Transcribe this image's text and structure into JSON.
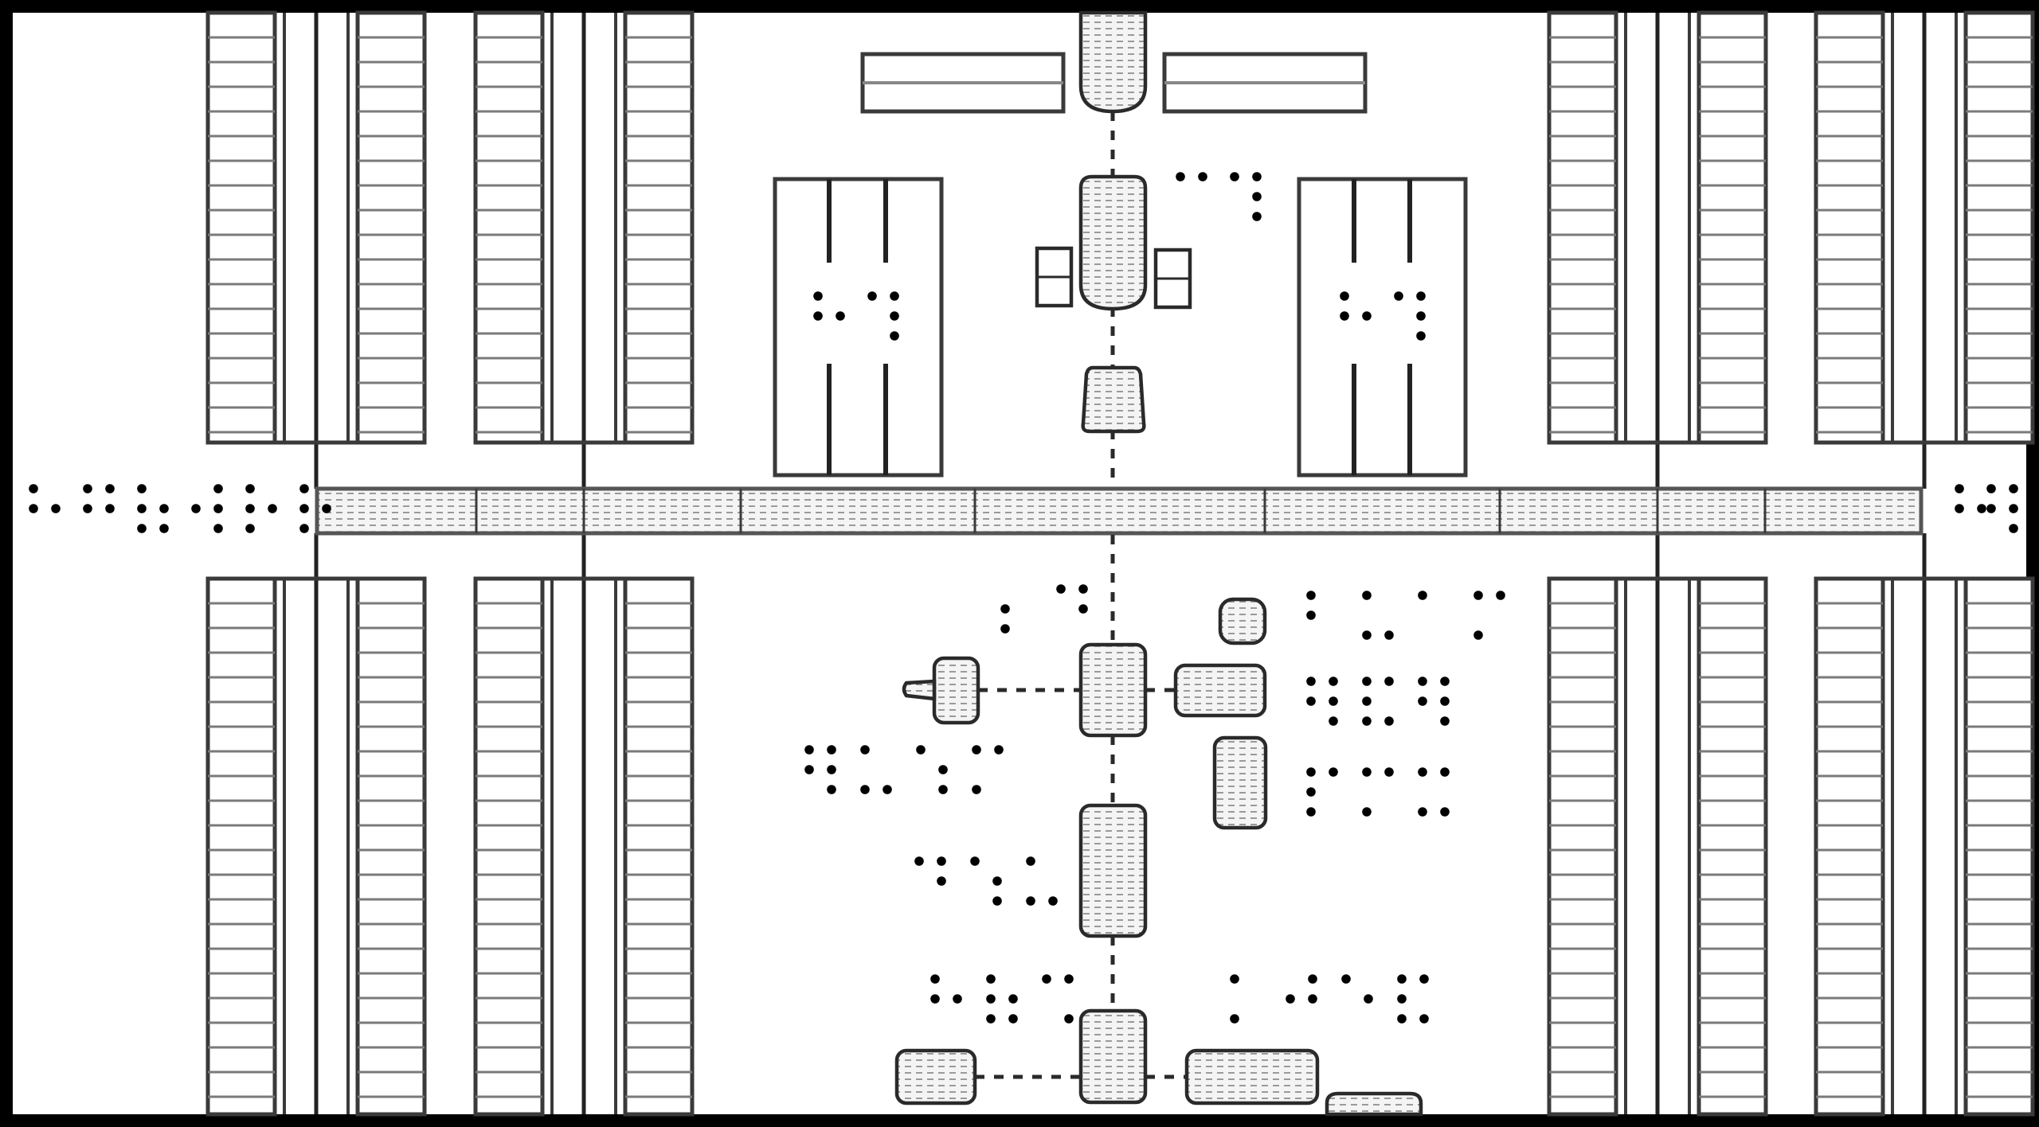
{
  "diagram": {
    "kind": "tactile braille schematic of a space station layout",
    "colors": {
      "frame": "#000000",
      "background": "#ffffff",
      "stroke": "#3a3a3a",
      "panel_rung": "#7a7a7a",
      "dot": "#000000",
      "module_fill": "#f2f2f2",
      "module_hatch": "#6a6a6a"
    }
  },
  "braille_labels": [
    {
      "id": "label-left-truss",
      "cells": [
        [
          1,
          2,
          5
        ],
        [
          1,
          2,
          4,
          5
        ],
        [
          1,
          2,
          3,
          5,
          6
        ],
        [
          2,
          4,
          5,
          6
        ],
        [
          1,
          2,
          3,
          5
        ],
        [
          1,
          2,
          3,
          5
        ]
      ]
    },
    {
      "id": "label-right-truss",
      "cells": [
        [
          1,
          2,
          5
        ],
        [
          1,
          2,
          4,
          5,
          6
        ]
      ]
    },
    {
      "id": "label-top-right",
      "cells": [
        [
          1,
          4
        ],
        [
          1,
          4,
          5,
          6
        ]
      ]
    },
    {
      "id": "label-left-array",
      "cells": [
        [
          1,
          2,
          5
        ],
        [
          1,
          4,
          5,
          6
        ]
      ]
    },
    {
      "id": "label-right-array",
      "cells": [
        [
          1,
          2,
          5
        ],
        [
          1,
          4,
          5,
          6
        ]
      ]
    },
    {
      "id": "label-node-left",
      "cells": [
        [
          2,
          3
        ],
        [
          1,
          4,
          5
        ]
      ]
    },
    {
      "id": "label-right-top",
      "cells": [
        [
          1,
          2
        ],
        [
          1,
          3,
          6
        ],
        [
          1
        ],
        [
          1,
          4,
          3
        ]
      ]
    },
    {
      "id": "label-right-mid",
      "cells": [
        [
          1,
          2,
          4,
          5,
          6
        ],
        [
          1,
          2,
          3,
          4,
          6
        ],
        [
          1,
          2,
          4,
          5,
          6
        ]
      ]
    },
    {
      "id": "label-right-low",
      "cells": [
        [
          1,
          2,
          4,
          3
        ],
        [
          1,
          4,
          3
        ],
        [
          1,
          4,
          3,
          6
        ]
      ]
    },
    {
      "id": "label-left-mid",
      "cells": [
        [
          1,
          2,
          4,
          5,
          6
        ],
        [
          1,
          3,
          6
        ],
        [
          1,
          5,
          6
        ],
        [
          1,
          4,
          3
        ]
      ]
    },
    {
      "id": "label-center-low",
      "cells": [
        [
          1,
          4,
          5
        ],
        [
          1,
          5,
          6
        ],
        [
          1,
          3,
          6
        ]
      ]
    },
    {
      "id": "label-bottom-left",
      "cells": [
        [
          1,
          2,
          5
        ],
        [
          1,
          2,
          5,
          6,
          3
        ],
        [
          1,
          4,
          6
        ]
      ]
    },
    {
      "id": "label-bottom-right",
      "cells": [
        [
          1,
          3
        ],
        [
          2,
          4,
          5
        ],
        [
          1,
          5
        ],
        [
          1,
          2,
          3,
          4,
          6
        ]
      ]
    }
  ]
}
